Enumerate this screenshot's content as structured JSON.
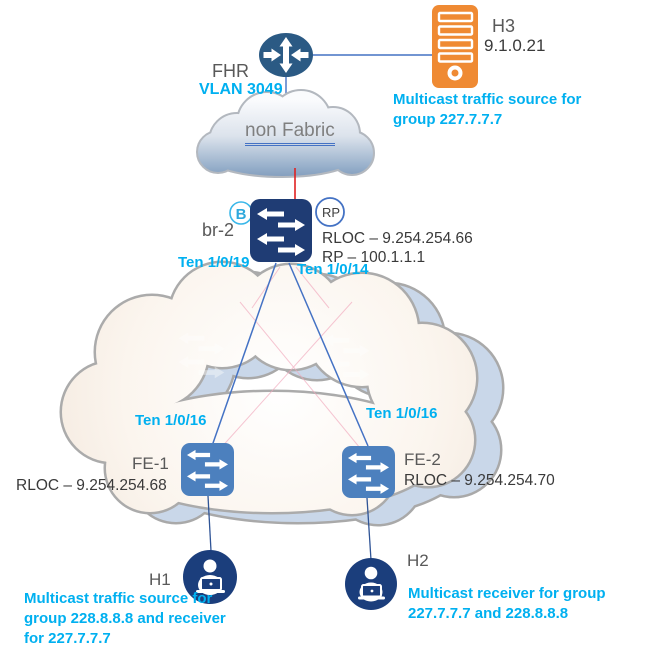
{
  "colors": {
    "accent_cyan": "#00B0F0",
    "link_blue": "#4472C4",
    "link_red": "#E02020",
    "link_pink": "#F1A8BC",
    "switch_dark_blue": "#1F3C74",
    "switch_medium_blue": "#4C80BE",
    "router_blue": "#2B5A84",
    "server_orange": "#EF8A33",
    "host_navy": "#1B3E7C",
    "label_gray": "#595959"
  },
  "clouds": {
    "non_fabric_label": "non Fabric",
    "fabric_cloud": ""
  },
  "nodes": {
    "fhr": {
      "label": "FHR",
      "vlan": "VLAN 3049"
    },
    "h3": {
      "label": "H3",
      "ip": "9.1.0.21",
      "note1": "Multicast traffic source for",
      "note2": "group 227.7.7.7"
    },
    "br2": {
      "label": "br-2",
      "badge_b": "B",
      "badge_rp": "RP",
      "rloc": "RLOC – 9.254.254.66",
      "rp": "RP – 100.1.1.1"
    },
    "fe1": {
      "label": "FE-1",
      "rloc": "RLOC – 9.254.254.68"
    },
    "fe2": {
      "label": "FE-2",
      "rloc": "RLOC – 9.254.254.70"
    },
    "h1": {
      "label": "H1",
      "note1": "Multicast traffic source for",
      "note2": "group 228.8.8.8 and receiver",
      "note3": "for 227.7.7.7"
    },
    "h2": {
      "label": "H2",
      "note1": "Multicast receiver for group",
      "note2": "227.7.7.7 and 228.8.8.8"
    }
  },
  "interfaces": {
    "br2_left": "Ten 1/0/19",
    "br2_right": "Ten 1/0/14",
    "fe1": "Ten 1/0/16",
    "fe2": "Ten 1/0/16"
  }
}
